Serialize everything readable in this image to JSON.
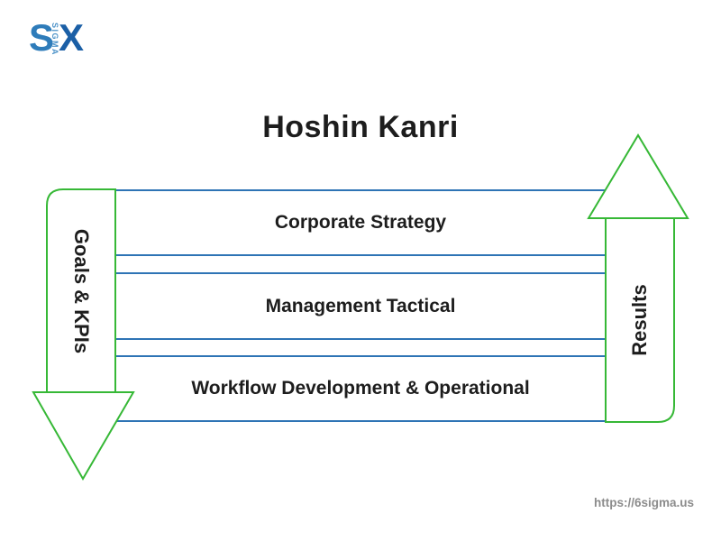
{
  "logo": {
    "s": "S",
    "sigma": "SIGMA",
    "x": "X"
  },
  "title": "Hoshin Kanri",
  "diagram": {
    "bars": [
      {
        "label": "Corporate Strategy"
      },
      {
        "label": "Management Tactical"
      },
      {
        "label": "Workflow Development & Operational"
      }
    ],
    "left_arrow": {
      "label": "Goals & KPIs",
      "direction": "down"
    },
    "right_arrow": {
      "label": "Results",
      "direction": "up"
    }
  },
  "footer": {
    "url": "https://6sigma.us"
  },
  "colors": {
    "line_blue": "#2e74b5",
    "arrow_green": "#36b836",
    "text_dark": "#1d1d1d",
    "footer_gray": "#8c8c8c",
    "logo_blue_s": "#2e7cba",
    "logo_blue_sigma": "#4f94c9",
    "logo_blue_x": "#1b5fa6"
  }
}
